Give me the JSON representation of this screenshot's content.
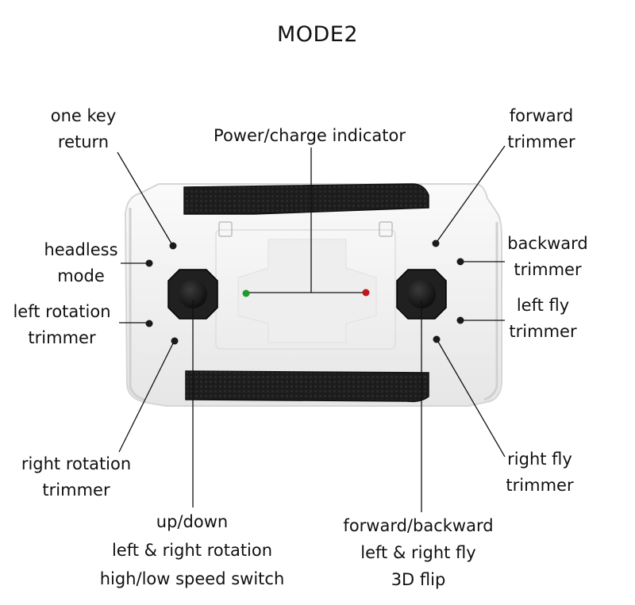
{
  "title": "MODE2",
  "labels": {
    "one_key_return": [
      "one key",
      "return"
    ],
    "power_indicator": [
      "Power/charge indicator"
    ],
    "forward_trimmer": [
      "forward",
      "trimmer"
    ],
    "headless_mode": [
      "headless",
      "mode"
    ],
    "backward_trimmer": [
      "backward",
      "trimmer"
    ],
    "left_rotation_trimmer": [
      "left rotation",
      "trimmer"
    ],
    "left_fly_trimmer": [
      "left fly",
      "trimmer"
    ],
    "right_rotation_trimmer": [
      "right rotation",
      "trimmer"
    ],
    "right_fly_trimmer": [
      "right fly",
      "trimmer"
    ],
    "left_stick": [
      "up/down",
      "left & right rotation",
      "high/low speed switch"
    ],
    "right_stick": [
      "forward/backward",
      "left & right fly",
      "3D flip"
    ]
  },
  "colors": {
    "body": "#f3f3f3",
    "grip": "#1c1c1c",
    "stick": "#151515",
    "green_led": "#1f9a2e",
    "red_led": "#c0161c"
  }
}
